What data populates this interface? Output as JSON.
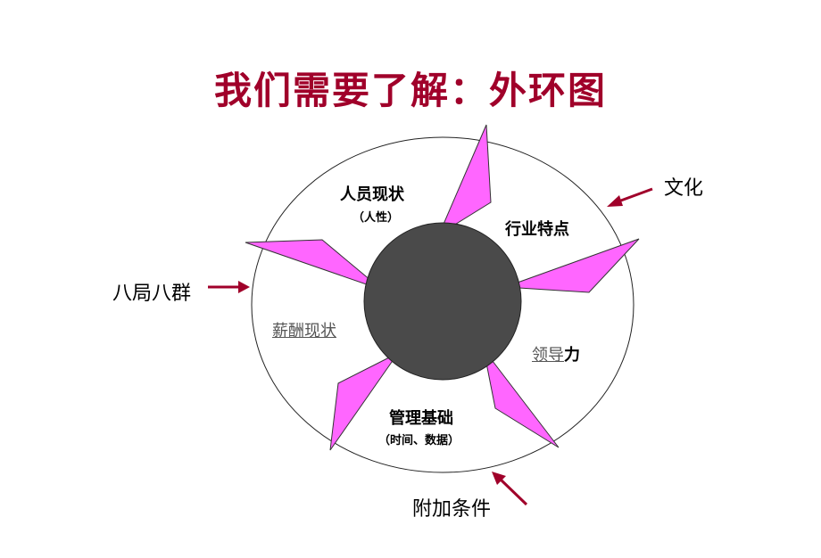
{
  "title": "我们需要了解：外环图",
  "colors": {
    "title": "#a0002a",
    "petal": "#ff66ff",
    "core": "#4a4a4a",
    "arrow": "#a0002a"
  },
  "labels": {
    "personnel": "人员现状",
    "personnel_sub": "（人性）",
    "industry": "行业特点",
    "salary": "薪酬现状",
    "leadership_ul": "领导",
    "leadership_rest": "力",
    "management": "管理基础",
    "management_sub": "（时间、数据）"
  },
  "outside": {
    "culture": "文化",
    "eight": "八局八群",
    "conditions": "附加条件"
  }
}
